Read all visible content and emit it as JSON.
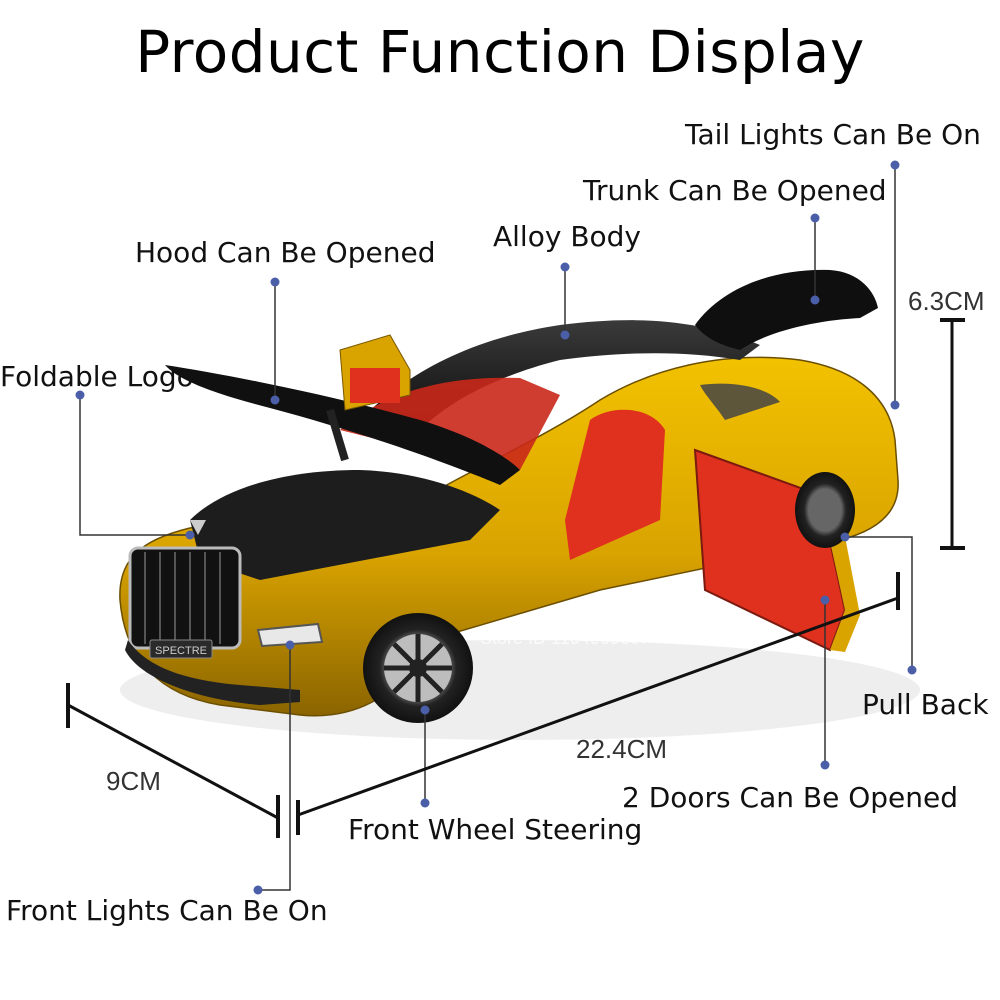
{
  "title": "Product Function Display",
  "labels": {
    "tail_lights": "Tail Lights Can Be On",
    "trunk": "Trunk Can Be Opened",
    "alloy_body": "Alloy Body",
    "hood": "Hood Can Be Opened",
    "foldable_logo": "Foldable Logo",
    "pull_back": "Pull Back",
    "doors": "2 Doors Can Be Opened",
    "front_wheel": "Front Wheel Steering",
    "front_lights": "Front Lights Can Be On"
  },
  "dimensions": {
    "height": "6.3CM",
    "length": "22.4CM",
    "width": "9CM"
  },
  "plate": "SPECTRE",
  "watermark": "Store ID 1104069607",
  "colors": {
    "body": "#d9a300",
    "roof": "#1a1a1a",
    "interior": "#e0301e",
    "leader": "#333333",
    "dot": "#4a5fa8"
  }
}
